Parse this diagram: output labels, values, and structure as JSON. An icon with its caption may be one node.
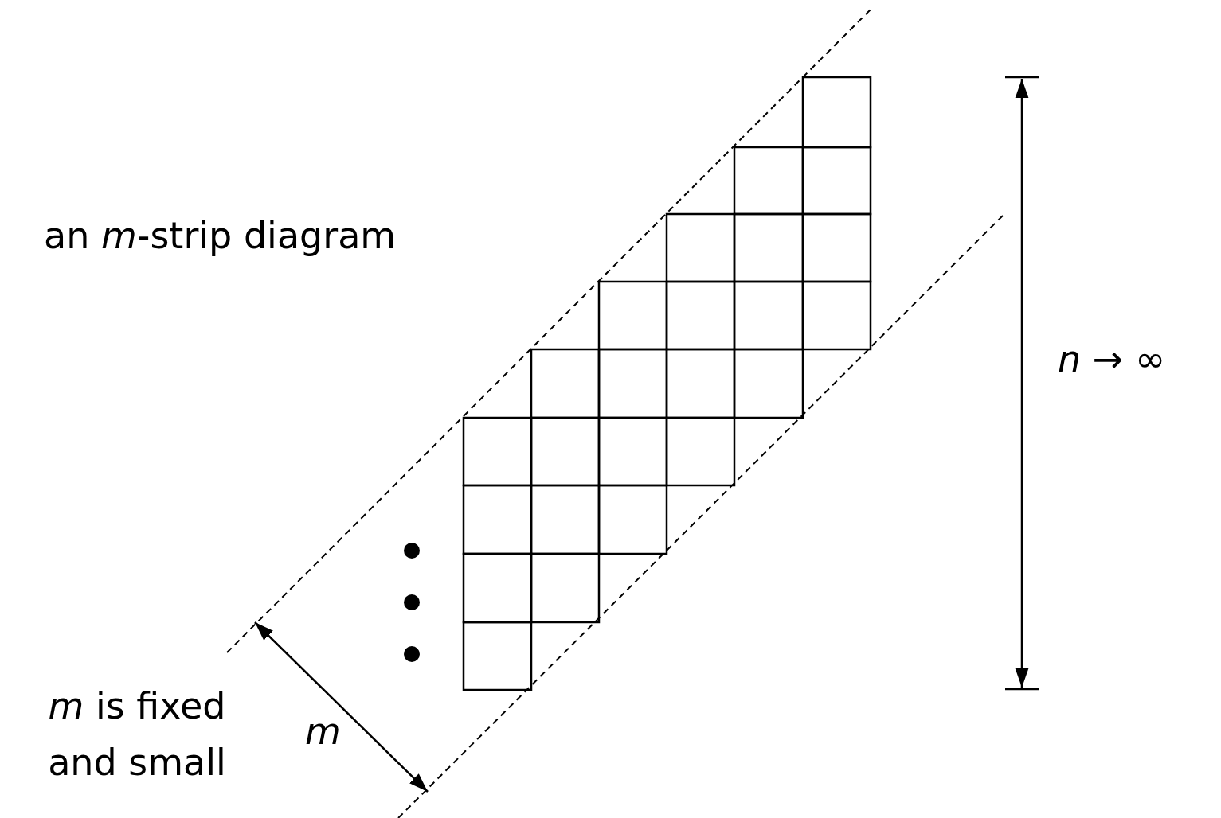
{
  "diagram": {
    "labels": [
      "an *m*-strip diagram",
      "*n* → ∞",
      "*m* is fixed and small",
      "m"
    ]
  }
}
